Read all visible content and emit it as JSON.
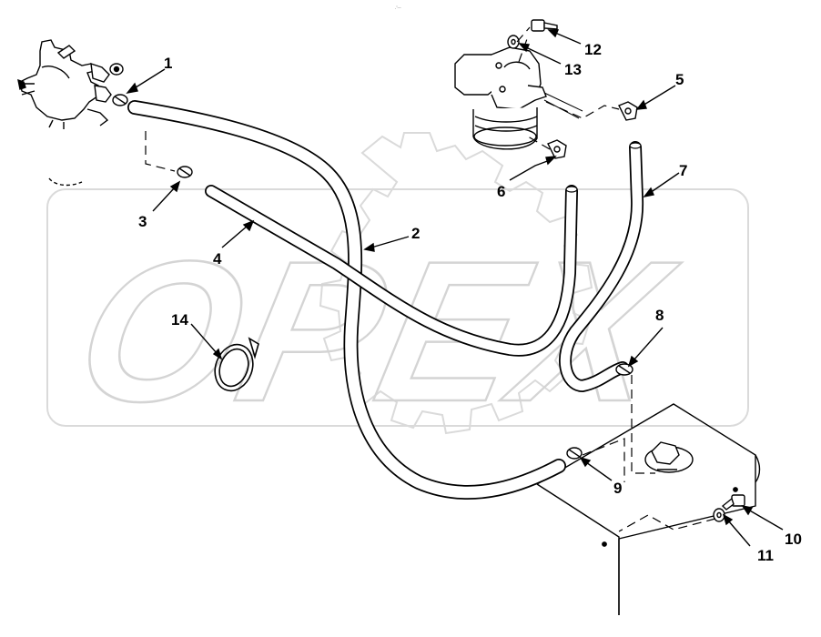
{
  "header": {
    "mark": "¸“—"
  },
  "watermark": {
    "text": "OPEX",
    "color": "#d9d9d9"
  },
  "callouts": [
    {
      "id": "1",
      "label": "1"
    },
    {
      "id": "2",
      "label": "2"
    },
    {
      "id": "3",
      "label": "3"
    },
    {
      "id": "4",
      "label": "4"
    },
    {
      "id": "5",
      "label": "5"
    },
    {
      "id": "6",
      "label": "6"
    },
    {
      "id": "7",
      "label": "7"
    },
    {
      "id": "8",
      "label": "8"
    },
    {
      "id": "9",
      "label": "9"
    },
    {
      "id": "10",
      "label": "10"
    },
    {
      "id": "11",
      "label": "11"
    },
    {
      "id": "12",
      "label": "12"
    },
    {
      "id": "13",
      "label": "13"
    },
    {
      "id": "14",
      "label": "14"
    }
  ],
  "colors": {
    "line": "#000000",
    "background": "#ffffff"
  }
}
